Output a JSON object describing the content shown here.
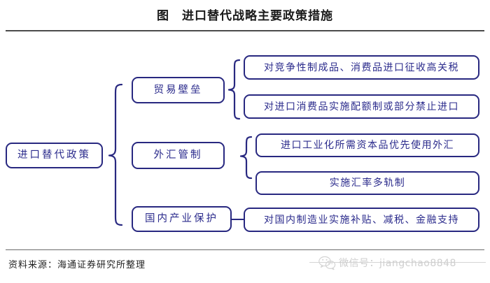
{
  "figure": {
    "title": "图　进口替代战略主要政策措施",
    "source_note": "资料来源：海通证券研究所整理"
  },
  "diagram": {
    "root": {
      "label": "进口替代政策"
    },
    "branches": [
      {
        "label": "贸易壁垒",
        "leaves": [
          {
            "label": "对竞争性制成品、消费品进口征收高关税"
          },
          {
            "label": "对进口消费品实施配额制或部分禁止进口"
          }
        ]
      },
      {
        "label": "外汇管制",
        "leaves": [
          {
            "label": "进口工业化所需资本品优先使用外汇"
          },
          {
            "label": "实施汇率多轨制"
          }
        ]
      },
      {
        "label": "国内产业保护",
        "leaves": [
          {
            "label": "对国内制造业实施补贴、减税、金融支持"
          }
        ]
      }
    ]
  },
  "watermark": {
    "text": "微信号：jiangchao8848",
    "icon": "wechat-icon"
  },
  "colors": {
    "node_border": "#282880",
    "node_text": "#2b2b8c",
    "rule": "#4a4a4a",
    "watermark": "#8d8d8d"
  }
}
